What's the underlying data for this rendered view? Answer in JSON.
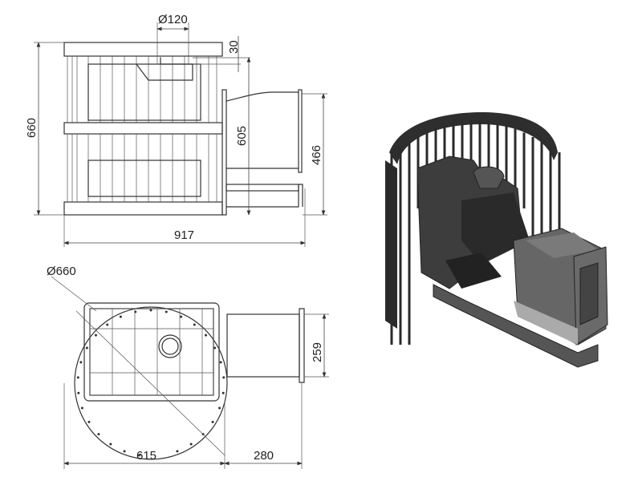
{
  "title": "Sauna stove technical drawing",
  "side_view": {
    "dims": {
      "overall_height": "660",
      "chimney_diameter": "Ø120",
      "chimney_offset": "30",
      "flue_height": "605",
      "door_height": "466",
      "overall_length": "917"
    }
  },
  "top_view": {
    "dims": {
      "diameter": "Ø660",
      "tunnel_width": "259",
      "body_length": "615",
      "tunnel_length": "280"
    }
  },
  "colors": {
    "line": "#333333",
    "metal_dark": "#3a3a3a",
    "metal_mid": "#5c5c5c",
    "metal_light": "#8a8a8a"
  }
}
